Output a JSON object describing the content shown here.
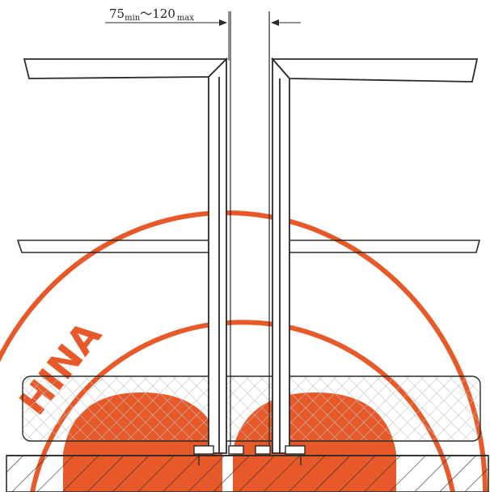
{
  "dimension": {
    "main_min": "75",
    "sub_min": "min",
    "separator": "〜",
    "main_max": "120",
    "sub_max": "max"
  },
  "stamp": {
    "text": "HINA",
    "color": "#e8592a"
  },
  "colors": {
    "ink": "#2b2b2b",
    "stamp": "#e8592a",
    "background": "#ffffff"
  }
}
